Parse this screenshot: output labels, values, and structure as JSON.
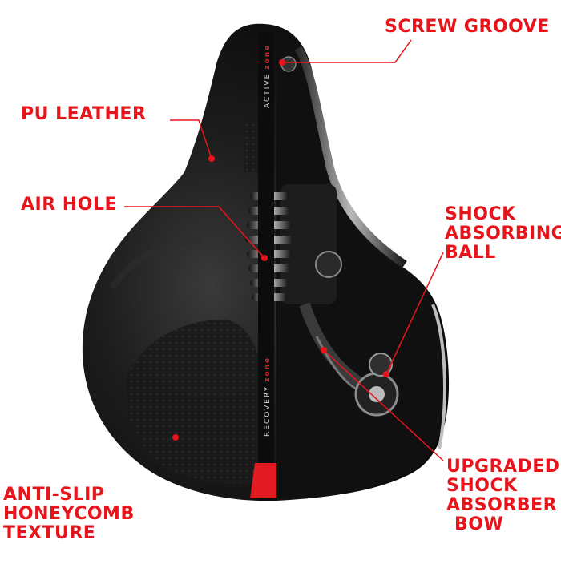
{
  "product": {
    "brand_top": "ACTIVE",
    "brand_top_accent": "zone",
    "brand_bottom": "RECOVERY",
    "brand_bottom_accent": "zone"
  },
  "labels": {
    "screw_groove": "SCREW GROOVE",
    "pu_leather": "PU LEATHER",
    "air_hole": "AIR HOLE",
    "shock_ball": [
      "SHOCK",
      "ABSORBING",
      "BALL"
    ],
    "anti_slip": [
      "ANTI-SLIP",
      "HONEYCOMB",
      "TEXTURE"
    ],
    "upgraded_bow": [
      "UPGRADED",
      "SHOCK",
      "ABSORBER",
      "BOW"
    ]
  },
  "colors": {
    "accent": "#e8141b",
    "saddle": "#141414",
    "background": "#ffffff"
  }
}
